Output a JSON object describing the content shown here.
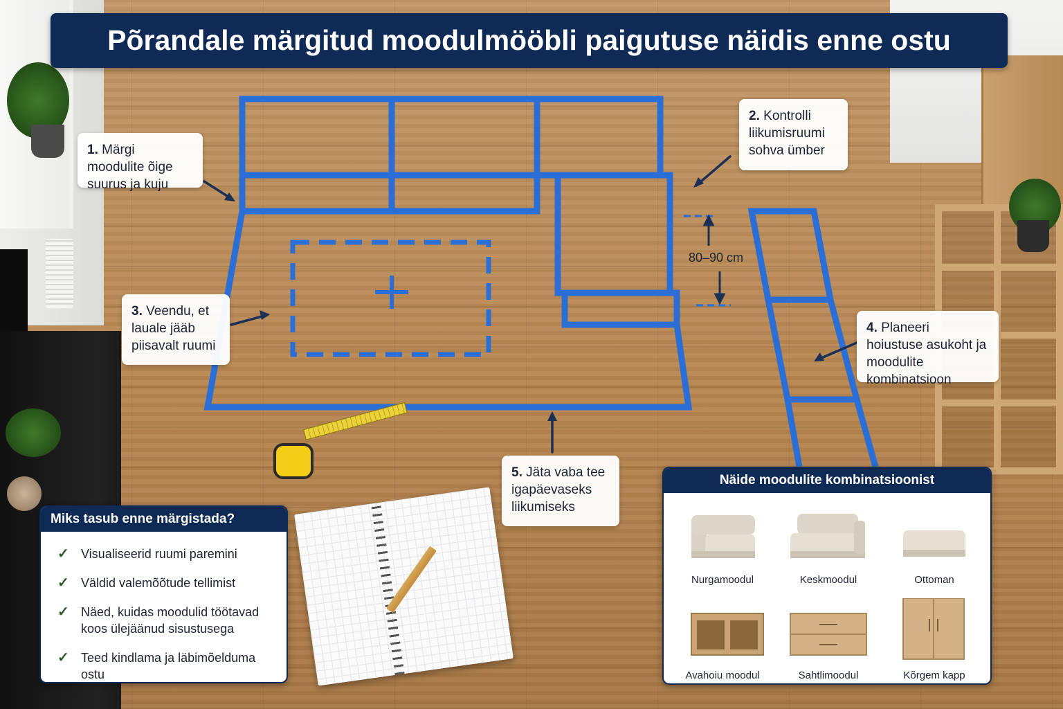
{
  "title": "Põrandale märgitud moodulmööbli paigutuse näidis enne ostu",
  "callouts": {
    "step1": {
      "num": "1.",
      "text": "Märgi moodulite õige suurus ja kuju"
    },
    "step2": {
      "num": "2.",
      "text": "Kontrolli liikumisruumi sohva ümber"
    },
    "step3": {
      "num": "3.",
      "text": "Veendu, et lauale jääb piisavalt ruumi"
    },
    "step4": {
      "num": "4.",
      "text": "Planeeri hoiustuse asukoht ja moodulite kombinatsioon"
    },
    "step5": {
      "num": "5.",
      "text": "Jäta vaba tee igapäevaseks liikumiseks"
    }
  },
  "measurement": "80–90 cm",
  "why_panel": {
    "title": "Miks tasub enne märgistada?",
    "items": [
      "Visualiseerid ruumi paremini",
      "Väldid valemõõtude tellimist",
      "Näed, kuidas moodulid töötavad koos ülejäänud sisustusega",
      "Teed kindlama ja läbimõelduma ostu"
    ]
  },
  "combo_panel": {
    "title": "Näide moodulite kombinatsioonist",
    "items": [
      {
        "label": "Nurgamoodul",
        "icon": "corner-module-icon"
      },
      {
        "label": "Keskmoodul",
        "icon": "middle-module-icon"
      },
      {
        "label": "Ottoman",
        "icon": "ottoman-icon"
      },
      {
        "label": "Avahoiu moodul",
        "icon": "open-storage-icon"
      },
      {
        "label": "Sahtlimoodul",
        "icon": "drawer-module-icon"
      },
      {
        "label": "Kõrgem kapp",
        "icon": "tall-cabinet-icon"
      }
    ]
  },
  "colors": {
    "tape_blue": "#2b6fd6",
    "navy": "#0f2b55",
    "check_green": "#2d5a2f"
  }
}
